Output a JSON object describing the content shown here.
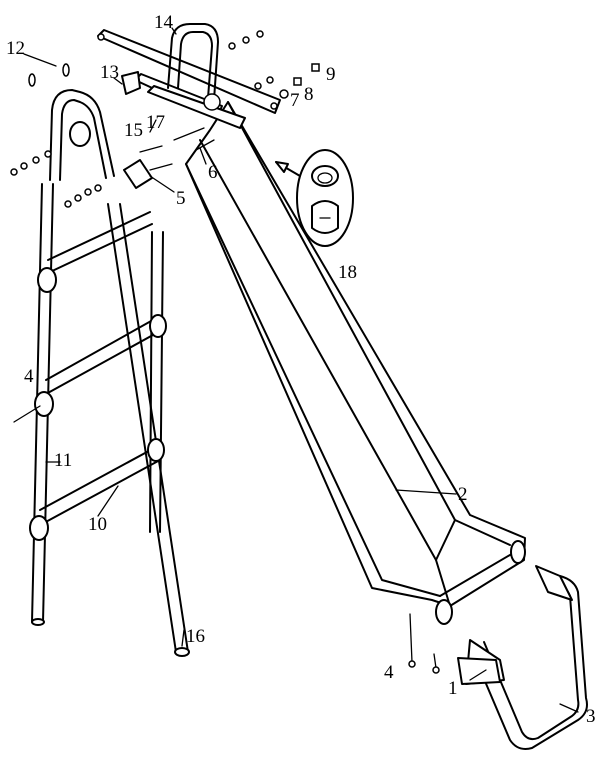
{
  "figure": {
    "callouts": {
      "c1": "1",
      "c2": "2",
      "c3": "3",
      "c4a": "4",
      "c4b": "4",
      "c5": "5",
      "c6": "6",
      "c7": "7",
      "c8": "8",
      "c9": "9",
      "c10": "10",
      "c11": "11",
      "c12": "12",
      "c13": "13",
      "c14": "14",
      "c15": "15",
      "c16": "16",
      "c17": "17",
      "c18": "18"
    }
  }
}
